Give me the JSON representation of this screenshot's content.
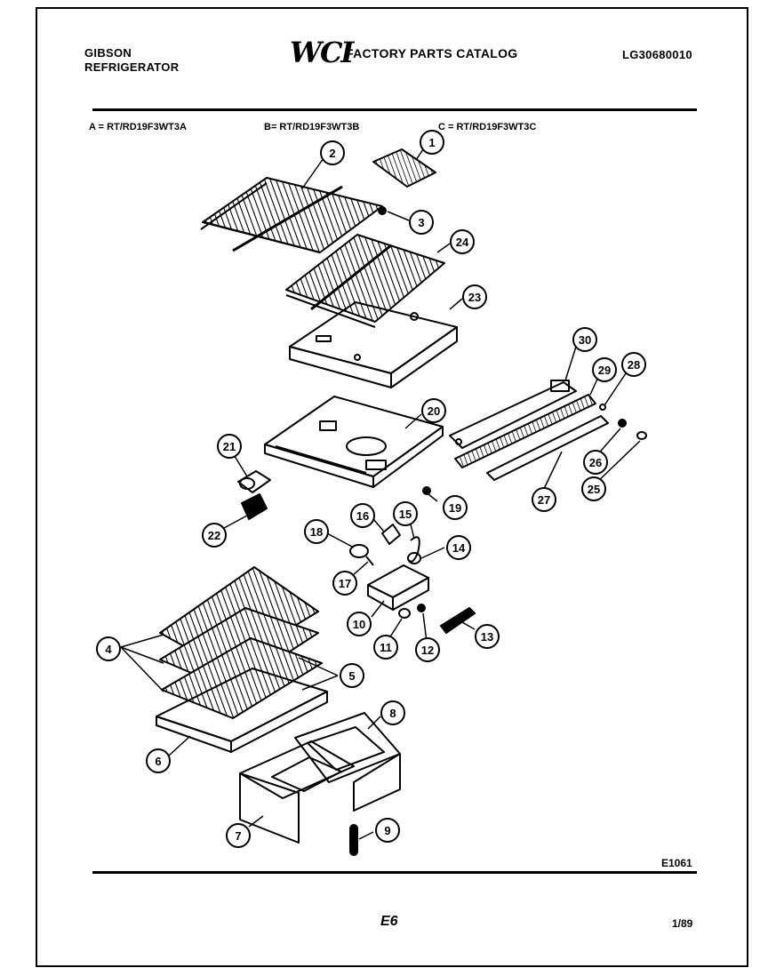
{
  "header": {
    "brand_line1": "GIBSON",
    "brand_line2": "REFRIGERATOR",
    "logo": "WCI",
    "catalog_title": "FACTORY PARTS CATALOG",
    "document_number": "LG30680010"
  },
  "models": {
    "a": "A = RT/RD19F3WT3A",
    "b": "B= RT/RD19F3WT3B",
    "c": "C = RT/RD19F3WT3C"
  },
  "footer": {
    "diagram_code": "E1061",
    "page": "E6",
    "date": "1/89"
  },
  "callouts": [
    "1",
    "2",
    "3",
    "24",
    "23",
    "30",
    "29",
    "28",
    "20",
    "21",
    "22",
    "19",
    "26",
    "25",
    "27",
    "16",
    "15",
    "18",
    "14",
    "17",
    "10",
    "11",
    "12",
    "13",
    "4",
    "5",
    "6",
    "8",
    "7",
    "9"
  ]
}
